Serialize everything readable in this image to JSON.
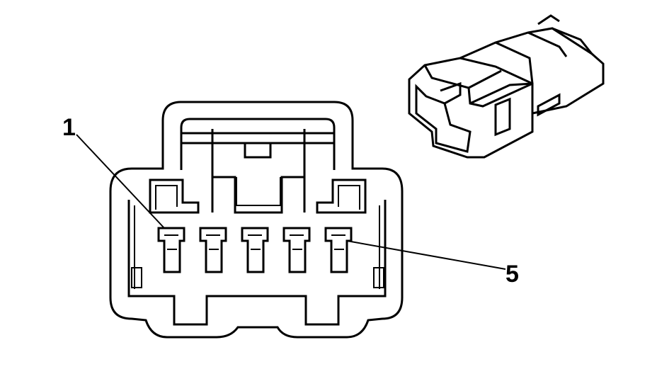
{
  "callouts": [
    {
      "id": "pin-1",
      "label": "1"
    },
    {
      "id": "pin-5",
      "label": "5"
    }
  ],
  "connector": {
    "cavity_count": 5
  },
  "colors": {
    "line": "#000000",
    "background": "#ffffff"
  }
}
